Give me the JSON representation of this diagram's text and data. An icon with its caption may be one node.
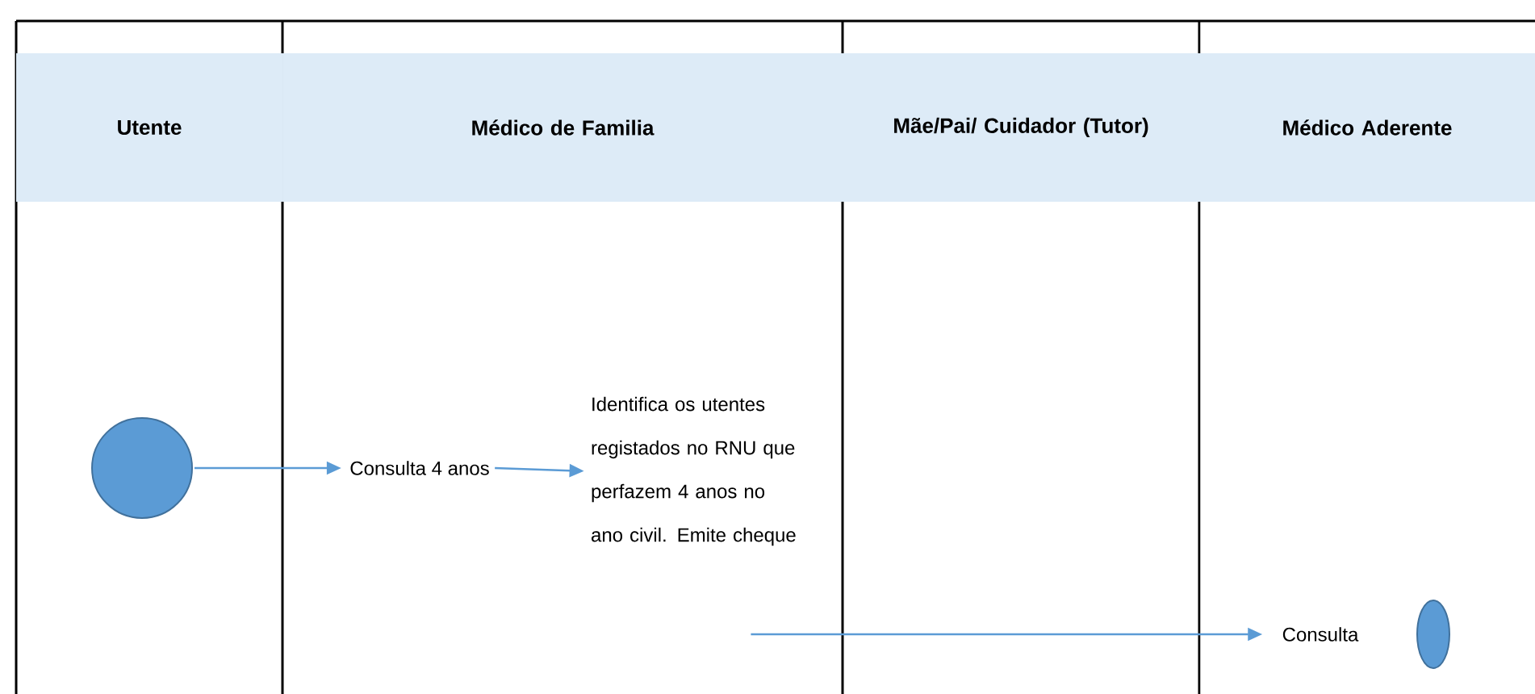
{
  "diagram": {
    "nodes": [
      {
        "text": [
          "Utente"
        ]
      },
      {
        "text": [
          "Médico de Familia"
        ]
      },
      {
        "text": [
          "Mãe/Pai/ Cuidador (Tutor)"
        ]
      },
      {
        "text": [
          "Médico Aderente"
        ]
      },
      {
        "text": [],
        "shape": "circle"
      },
      {
        "text": [
          "Consulta 4 anos"
        ]
      },
      {
        "text": [
          "Identifica os utentes registados no RNU que perfazem 4 anos no ano civil. Emite cheque"
        ]
      },
      {
        "text": [
          "Consulta"
        ]
      },
      {
        "text": [],
        "shape": "ellipse"
      }
    ],
    "edges": [
      {
        "from": 4,
        "to": 5,
        "arrow": "to"
      },
      {
        "from": 5,
        "to": 6,
        "arrow": "to"
      },
      {
        "from": 6,
        "to": 7,
        "arrow": "to"
      }
    ]
  }
}
